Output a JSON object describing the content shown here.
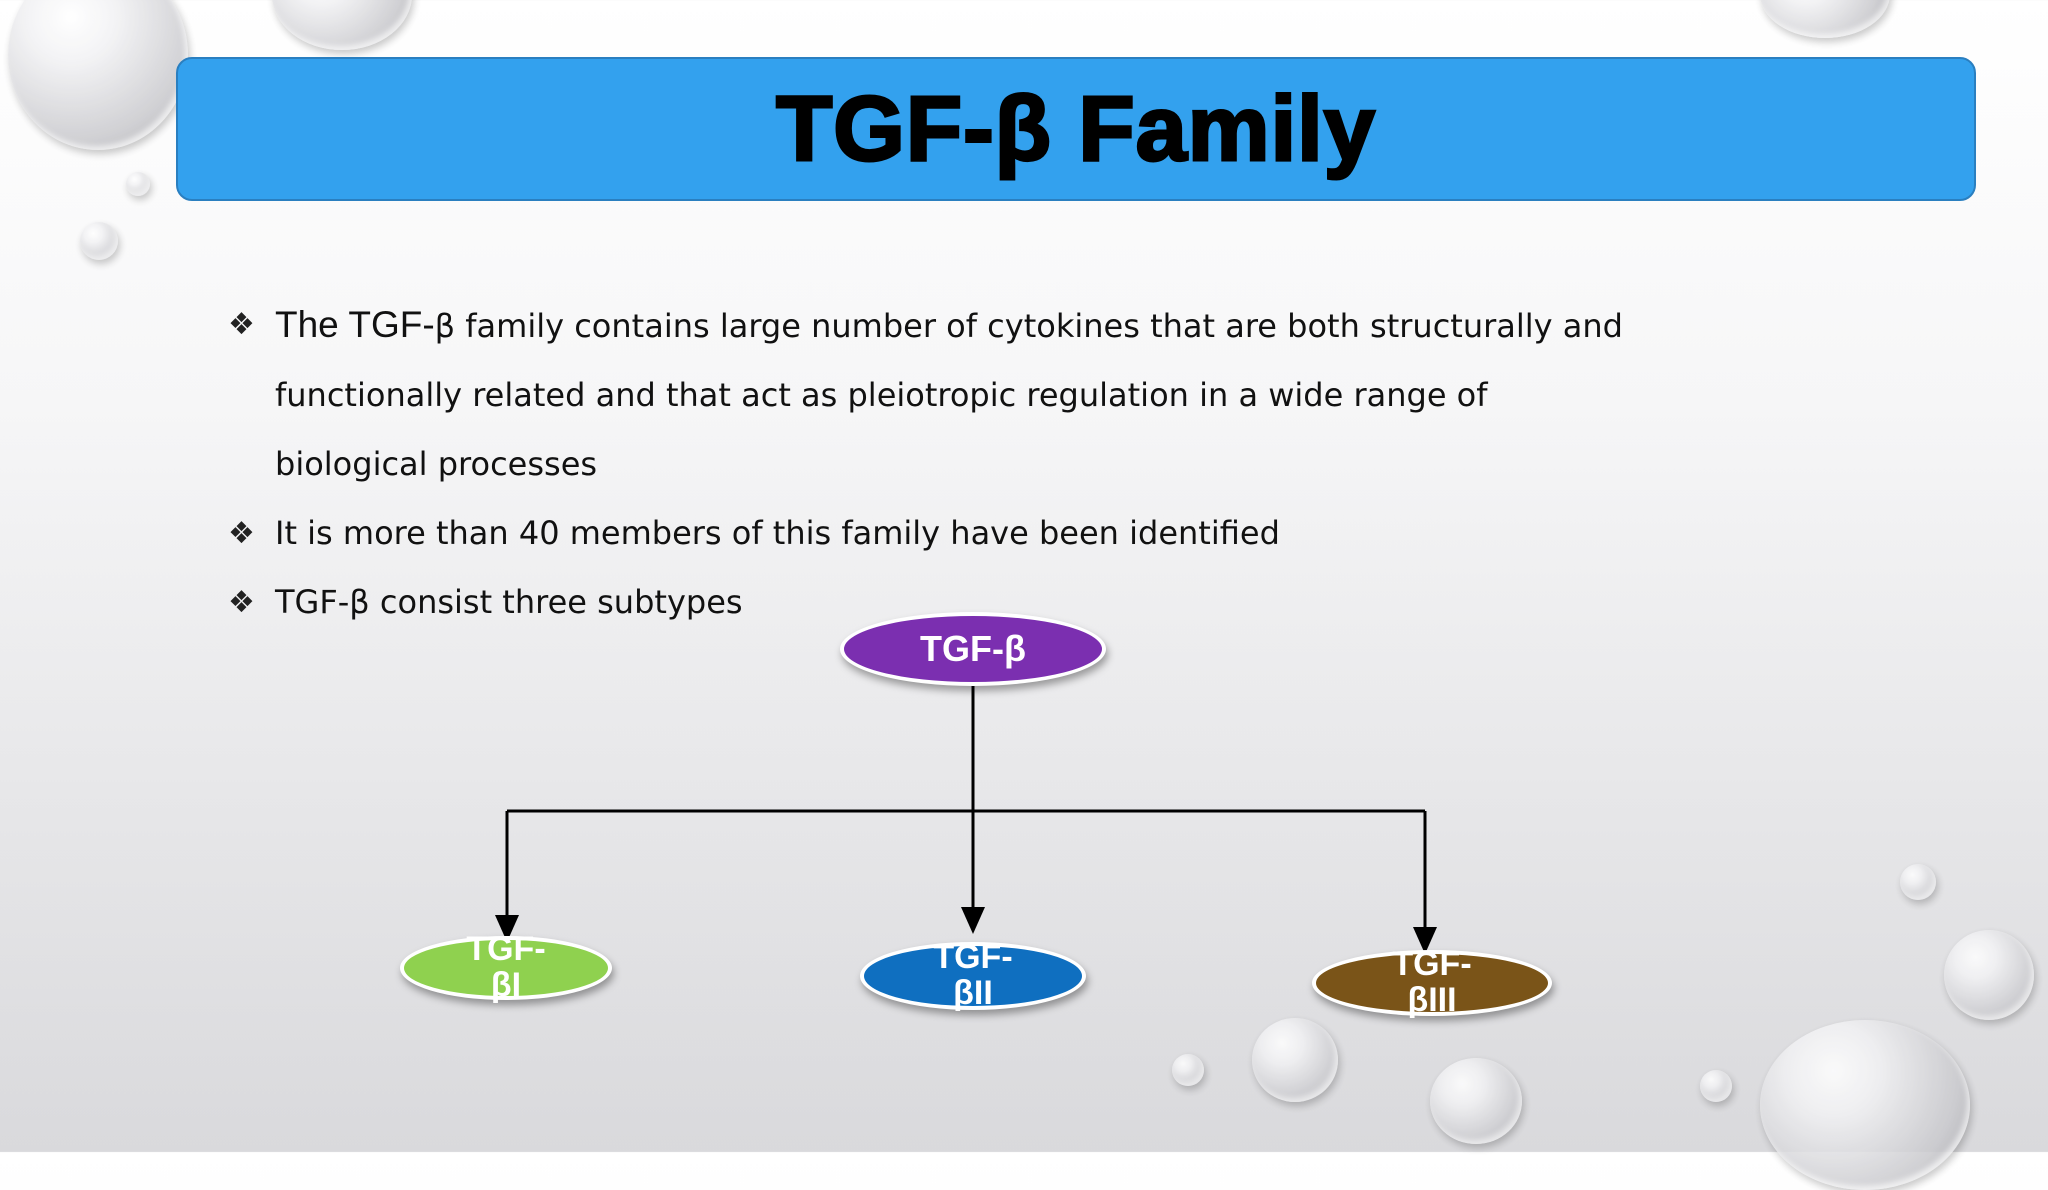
{
  "title": "TGF-β Family",
  "bullets": [
    {
      "lead": "The TGF-",
      "text": "β family contains large number of cytokines that are both structurally and functionally related and that act as pleiotropic regulation in  a wide range of biological processes"
    },
    {
      "lead": "",
      "text": "It is more than 40  members of this family have been identified"
    },
    {
      "lead": "",
      "text": "TGF-β consist three subtypes"
    }
  ],
  "bullet_glyph": "❖",
  "diagram": {
    "root": {
      "label": "TGF-β",
      "color": "#7b2fb0"
    },
    "children": [
      {
        "label_line1": "TGF-",
        "label_line2": "βI",
        "color": "#8fd14f"
      },
      {
        "label_line1": "TGF-",
        "label_line2": "βII",
        "color": "#0f6fc0"
      },
      {
        "label_line1": "TGF-",
        "label_line2": "βIII",
        "color": "#7a5418"
      }
    ]
  },
  "colors": {
    "title_bar": "#33a1ee",
    "connector": "#000000"
  }
}
